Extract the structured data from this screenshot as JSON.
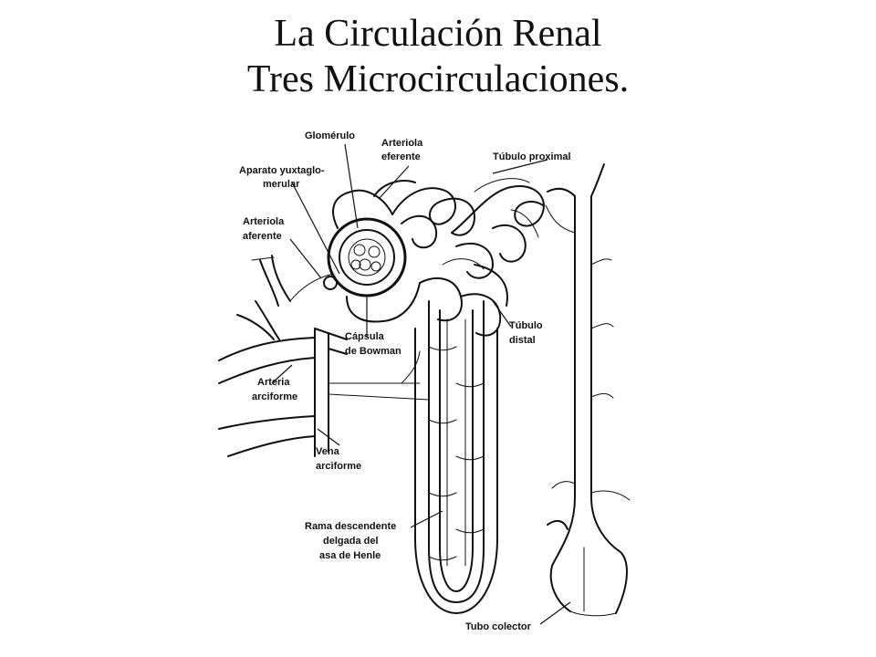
{
  "title": {
    "line1": "La Circulación Renal",
    "line2": "Tres Microcirculaciones."
  },
  "labels": {
    "glomerulo": "Glomérulo",
    "arteriola_eferente_1": "Arteriola",
    "arteriola_eferente_2": "eferente",
    "tubulo_proximal": "Túbulo proximal",
    "aparato_1": "Aparato yuxtaglo-",
    "aparato_2": "merular",
    "arteriola_aferente_1": "Arteriola",
    "arteriola_aferente_2": "aferente",
    "tubulo_distal_1": "Túbulo",
    "tubulo_distal_2": "distal",
    "capsula_1": "Cápsula",
    "capsula_2": "de Bowman",
    "arteria_1": "Arteria",
    "arteria_2": "arciforme",
    "vena_1": "Vena",
    "vena_2": "arciforme",
    "rama_1": "Rama descendente",
    "rama_2": "delgada del",
    "rama_3": "asa de Henle",
    "tubo_colector": "Tubo colector"
  }
}
